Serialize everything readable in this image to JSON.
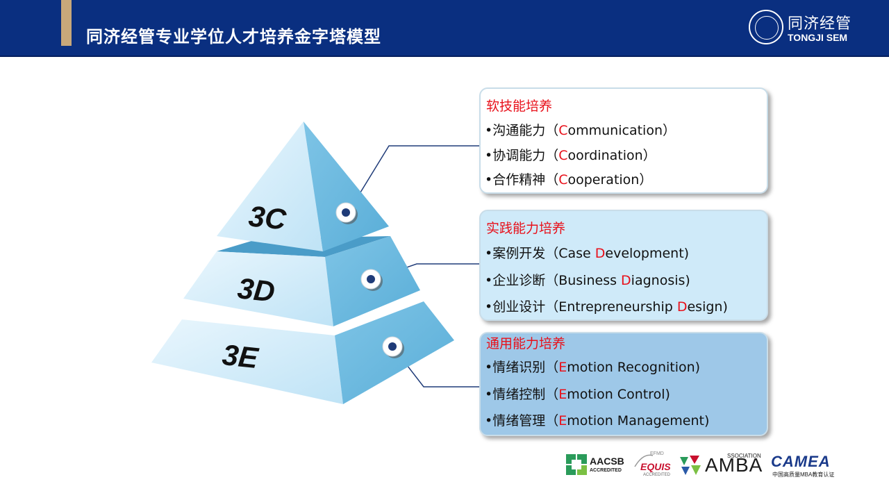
{
  "slide": {
    "title": "同济经管专业学位人才培养金字塔模型"
  },
  "logo": {
    "cn": "同济经管",
    "en": "TONGJI SEM",
    "icon": "seal-icon"
  },
  "pyramid": {
    "levels": [
      {
        "label": "3C"
      },
      {
        "label": "3D"
      },
      {
        "label": "3E"
      }
    ]
  },
  "boxes": [
    {
      "title": "软技能培养",
      "items": [
        {
          "pre": "•沟通能力（",
          "hl": "C",
          "post": "ommunication）"
        },
        {
          "pre": "•协调能力（",
          "hl": "C",
          "post": "oordination）"
        },
        {
          "pre": "•合作精神（",
          "hl": "C",
          "post": "ooperation）"
        }
      ]
    },
    {
      "title": "实践能力培养",
      "items": [
        {
          "pre": "•案例开发（Case ",
          "hl": "D",
          "post": "evelopment)"
        },
        {
          "pre": "•企业诊断（Business ",
          "hl": "D",
          "post": "iagnosis)"
        },
        {
          "pre": "•创业设计（Entrepreneurship ",
          "hl": "D",
          "post": "esign)"
        }
      ]
    },
    {
      "title": "通用能力培养",
      "items": [
        {
          "pre": "•情绪识别（",
          "hl": "E",
          "post": "motion Recognition)"
        },
        {
          "pre": "•情绪控制（",
          "hl": "E",
          "post": "motion Control)"
        },
        {
          "pre": "•情绪管理（",
          "hl": "E",
          "post": "motion Management)"
        }
      ]
    }
  ],
  "accreditations": {
    "aacsb": {
      "name": "AACSB",
      "sub": "ACCREDITED"
    },
    "equis": {
      "top": "EFMD",
      "name": "EQUIS",
      "sub": "ACCREDITED"
    },
    "amba": {
      "name": "AMBA",
      "sub": "SSOCIATION"
    },
    "camea": {
      "name": "CAMEA",
      "sub": "中国高质量MBA教育认证"
    }
  },
  "colors": {
    "header": "#0a2f80",
    "accent": "#c8a87a",
    "highlight": "#e8101a",
    "box1": "#ffffff",
    "box2": "#cfeaf9",
    "box3": "#9ec8e8"
  }
}
